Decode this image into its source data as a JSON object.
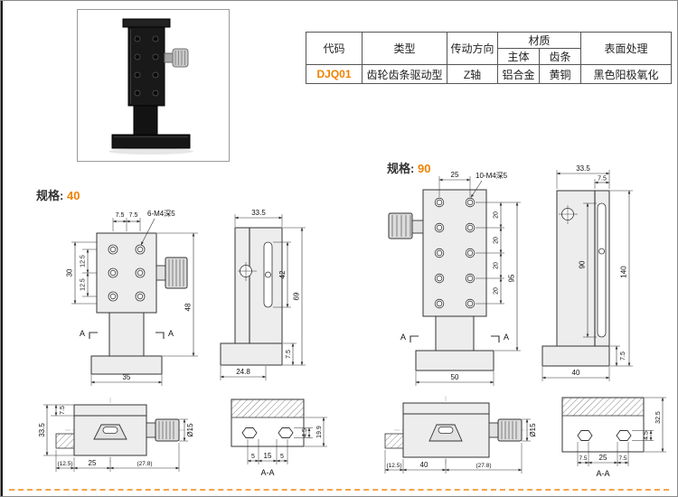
{
  "page": {
    "accent_color": "#f08200",
    "dash_color": "#f5a54a"
  },
  "table": {
    "col_code": "代码",
    "col_type": "类型",
    "col_direction": "传动方向",
    "col_material": "材质",
    "col_material_body": "主体",
    "col_material_rack": "齿条",
    "col_surface": "表面处理",
    "row": {
      "code": "DJQ01",
      "type": "齿轮齿条驱动型",
      "direction": "Z轴",
      "material_body": "铝合金",
      "material_rack": "黄铜",
      "surface": "黑色阳极氧化"
    }
  },
  "spec40": {
    "label": "规格:",
    "value": "40",
    "front": {
      "dim_top_left": "7.5",
      "dim_top_right": "7.5",
      "thread_note": "6-M4深5",
      "dim_left_outer": "30",
      "dim_left_mid1": "12.5",
      "dim_left_mid2": "12.5",
      "dim_right": "48",
      "dim_bottom": "35",
      "section_mark_left": "A",
      "section_mark_right": "A"
    },
    "side": {
      "dim_top": "33.5",
      "dim_slot": "42",
      "dim_height": "69",
      "dim_bottom": "24.8",
      "dim_base": "7.5"
    },
    "bottom": {
      "dim_left_outer": "33.5",
      "dim_left_inner": "7.5",
      "dim_knob": "Ø15",
      "dim_b1": "(12.5)",
      "dim_b2": "25",
      "dim_b3": "(27.8)"
    },
    "section": {
      "dim_r1": "4.5",
      "dim_r2": "19.9",
      "dim_b1": "5",
      "dim_b2": "15",
      "dim_b3": "5",
      "title": "A-A"
    }
  },
  "spec90": {
    "label": "规格:",
    "value": "90",
    "front": {
      "dim_top": "25",
      "thread_note": "10-M4深5",
      "dim_r20_1": "20",
      "dim_r20_2": "20",
      "dim_r20_3": "20",
      "dim_r20_4": "20",
      "dim_r95": "95",
      "dim_bottom": "50",
      "section_mark_left": "A",
      "section_mark_right": "A"
    },
    "side": {
      "dim_top": "33.5",
      "dim_top2": "7.5",
      "dim_slot": "90",
      "dim_height": "140",
      "dim_bottom": "40",
      "dim_base": "7.5"
    },
    "bottom": {
      "dim_knob": "Ø15",
      "dim_b1": "(12.5)",
      "dim_b2": "40",
      "dim_b3": "(27.8)"
    },
    "section": {
      "dim_r1": "4.5",
      "dim_r2": "32.5",
      "dim_b1": "7.5",
      "dim_b2": "25",
      "dim_b3": "7.5",
      "title": "A-A"
    }
  }
}
